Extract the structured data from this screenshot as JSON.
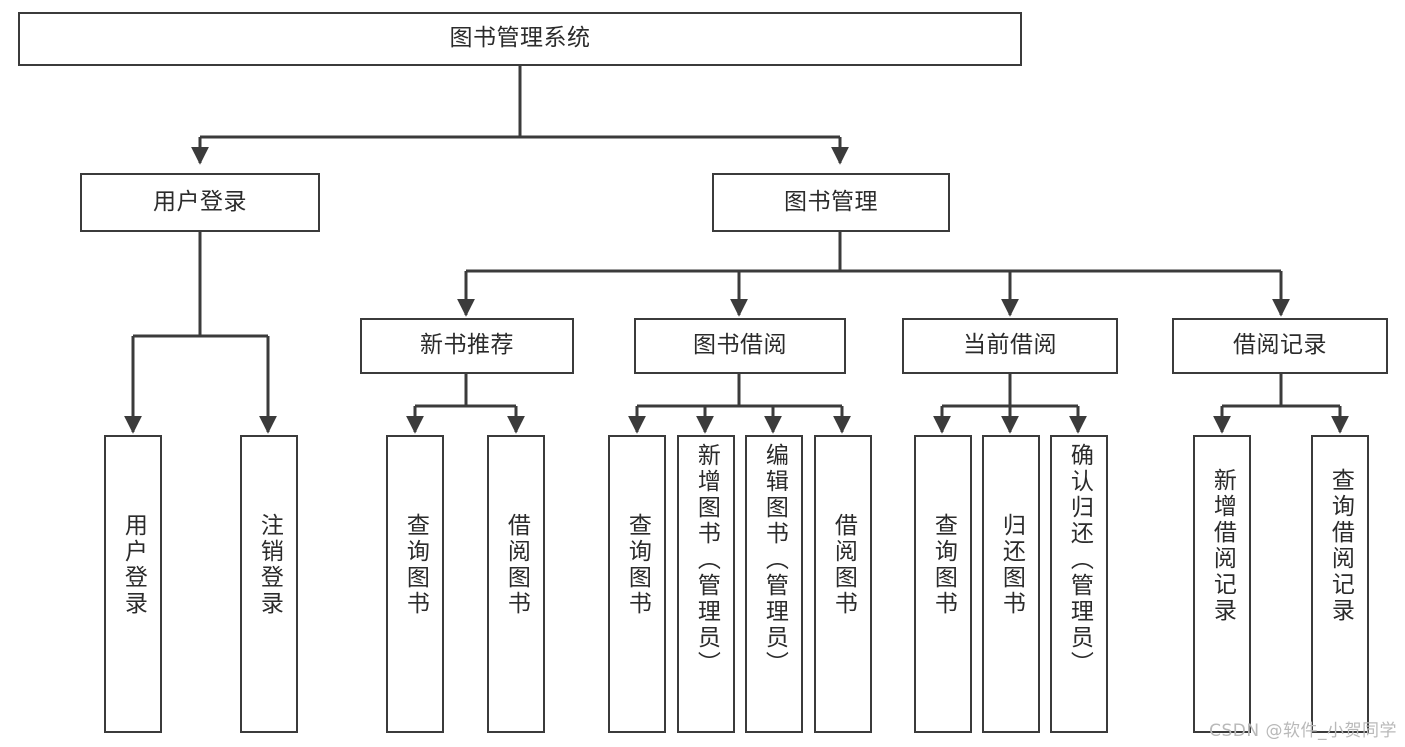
{
  "diagram": {
    "title": "图书管理系统",
    "type": "tree-diagram",
    "watermark": "CSDN @软件_小贺同学",
    "colors": {
      "box_border": "#3b3b3b",
      "box_fill": "#ffffff",
      "text": "#2b2b2b",
      "edge": "#3b3b3b",
      "watermark": "#b9b9b9",
      "background": "#ffffff"
    },
    "nodes": {
      "root": {
        "label": "图书管理系统"
      },
      "level1": [
        {
          "id": "user-login",
          "label": "用户登录"
        },
        {
          "id": "book-manage",
          "label": "图书管理"
        }
      ],
      "level2": [
        {
          "id": "new-book-recommend",
          "label": "新书推荐"
        },
        {
          "id": "book-borrow",
          "label": "图书借阅"
        },
        {
          "id": "current-borrow",
          "label": "当前借阅"
        },
        {
          "id": "borrow-record",
          "label": "借阅记录"
        }
      ],
      "leaves": {
        "user-login": [
          {
            "id": "leaf-user-login",
            "label": "用户登录"
          },
          {
            "id": "leaf-logout-login",
            "label": "注销登录"
          }
        ],
        "new-book-recommend": [
          {
            "id": "leaf-query-book-1",
            "label": "查询图书"
          },
          {
            "id": "leaf-borrow-book-1",
            "label": "借阅图书"
          }
        ],
        "book-borrow": [
          {
            "id": "leaf-query-book-2",
            "label": "查询图书"
          },
          {
            "id": "leaf-add-book",
            "label": "新增图书（管理员）"
          },
          {
            "id": "leaf-edit-book",
            "label": "编辑图书（管理员）"
          },
          {
            "id": "leaf-borrow-book-2",
            "label": "借阅图书"
          }
        ],
        "current-borrow": [
          {
            "id": "leaf-query-book-3",
            "label": "查询图书"
          },
          {
            "id": "leaf-return-book",
            "label": "归还图书"
          },
          {
            "id": "leaf-confirm-return",
            "label": "确认归还（管理员）"
          }
        ],
        "borrow-record": [
          {
            "id": "leaf-add-record",
            "label": "新增借阅记录"
          },
          {
            "id": "leaf-query-record",
            "label": "查询借阅记录"
          }
        ]
      }
    }
  }
}
